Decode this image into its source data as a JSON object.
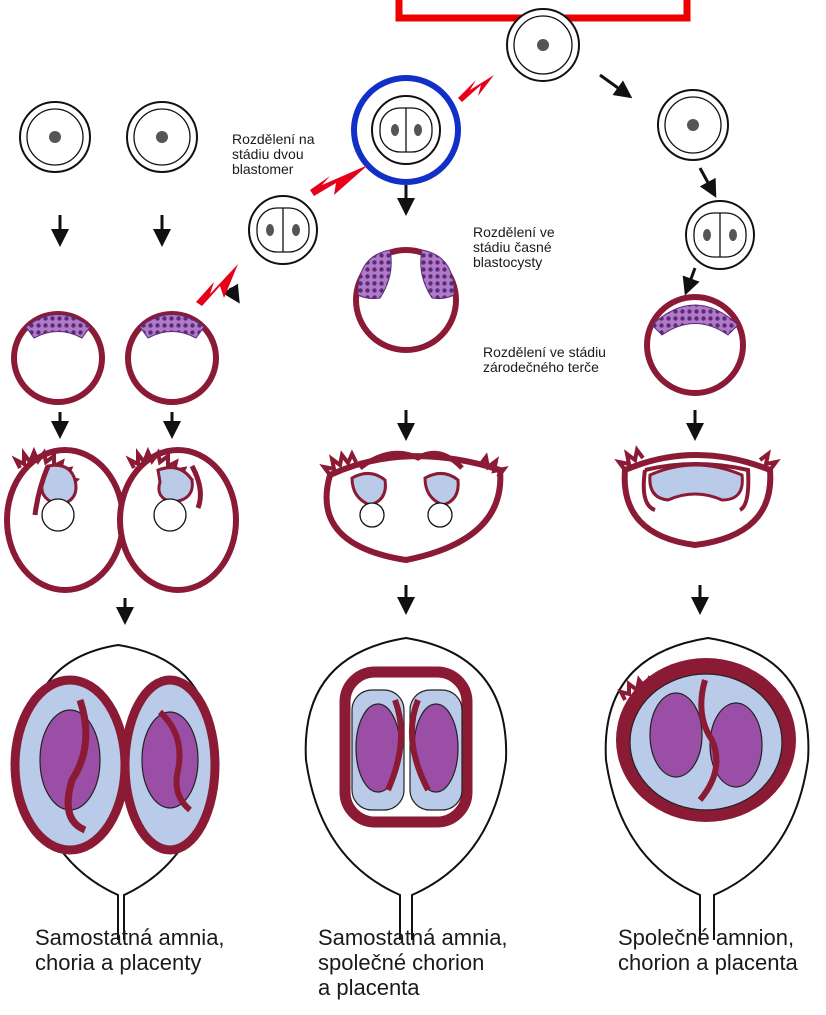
{
  "labels": {
    "two_blastomere": "Rozdělení na\nstádiu dvou\nblastomer",
    "early_blastocyst": "Rozdělení ve\nstádiu časné\nblastocysty",
    "embryonic_disc": "Rozdělení ve stádiu\nzárodečného terče"
  },
  "captions": {
    "left": "Samostatná amnia,\nchoria a placenty",
    "middle": "Samostatná amnia,\nspolečné chorion\na placenta",
    "right": "Společné amnion,\nchorion a placenta"
  },
  "colors": {
    "chorion": "#8b1a35",
    "amnion": "#b9cbe8",
    "embryo": "#9a4ea6",
    "cells": "#6a3c8c",
    "highlight_box": "#ee0000",
    "highlight_circle": "#1030c8",
    "pointer_arrow": "#e8001a"
  }
}
